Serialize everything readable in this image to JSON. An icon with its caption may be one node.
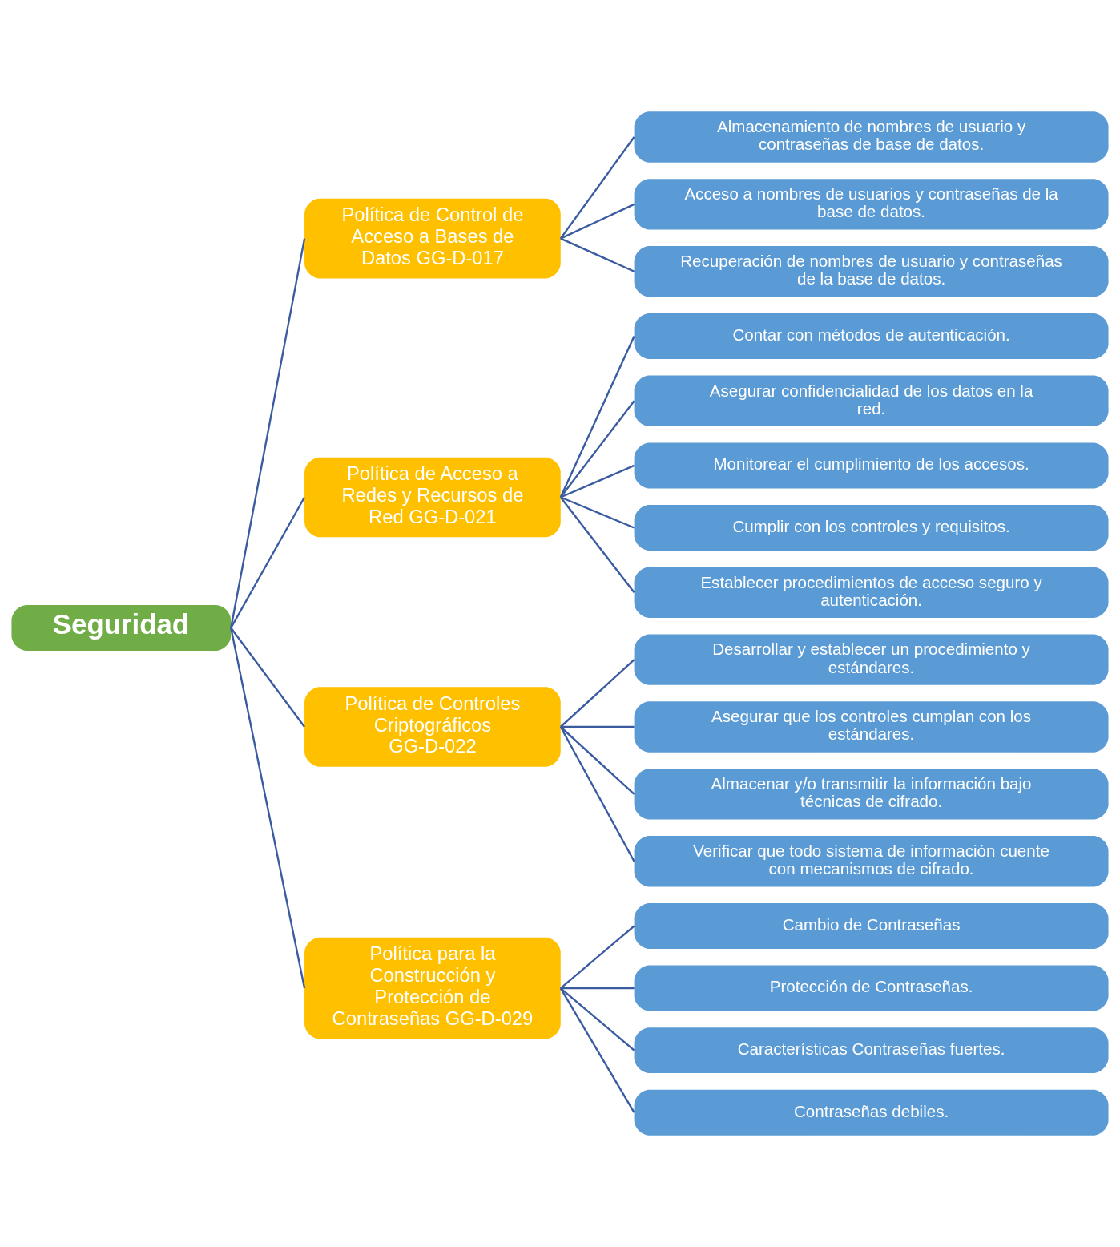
{
  "diagram": {
    "nodes": [
      {
        "text": [
          "Seguridad"
        ]
      },
      {
        "text": [
          "Política de Control de Acceso a Bases de Datos GG-D-017"
        ]
      },
      {
        "text": [
          "Almacenamiento de nombres de usuario y contraseñas de base de datos."
        ]
      },
      {
        "text": [
          "Acceso a nombres de usuarios y contraseñas de la base de datos."
        ]
      },
      {
        "text": [
          "Recuperación de nombres de usuario y contraseñas de la base de datos."
        ]
      },
      {
        "text": [
          "Política de Acceso a Redes y Recursos de Red GG-D-021"
        ]
      },
      {
        "text": [
          "Contar con métodos de autenticación."
        ]
      },
      {
        "text": [
          "Asegurar confidencialidad de los datos en la red."
        ]
      },
      {
        "text": [
          "Monitorear el cumplimiento de los accesos."
        ]
      },
      {
        "text": [
          "Cumplir con los controles y requisitos."
        ]
      },
      {
        "text": [
          "Establecer procedimientos de acceso seguro y autenticación."
        ]
      },
      {
        "text": [
          "Política de Controles Criptográficos GG-D-022"
        ]
      },
      {
        "text": [
          "Desarrollar y establecer un procedimiento y estándares."
        ]
      },
      {
        "text": [
          "Asegurar que los controles cumplan con los estándares."
        ]
      },
      {
        "text": [
          "Almacenar y/o transmitir la información bajo técnicas de cifrado."
        ]
      },
      {
        "text": [
          "Verificar que todo sistema de información cuente con mecanismos de cifrado."
        ]
      },
      {
        "text": [
          "Política para la Construcción y Protección de Contraseñas GG-D-029"
        ]
      },
      {
        "text": [
          "Cambio de Contraseñas"
        ]
      },
      {
        "text": [
          "Protección de Contraseñas."
        ]
      },
      {
        "text": [
          "Características Contraseñas fuertes."
        ]
      },
      {
        "text": [
          "Contraseñas debiles."
        ]
      }
    ],
    "edges": [
      {
        "from": 0,
        "to": 1,
        "arrow": "none"
      },
      {
        "from": 0,
        "to": 5,
        "arrow": "none"
      },
      {
        "from": 0,
        "to": 11,
        "arrow": "none"
      },
      {
        "from": 0,
        "to": 16,
        "arrow": "none"
      },
      {
        "from": 1,
        "to": 2,
        "arrow": "none"
      },
      {
        "from": 1,
        "to": 3,
        "arrow": "none"
      },
      {
        "from": 1,
        "to": 4,
        "arrow": "none"
      },
      {
        "from": 5,
        "to": 6,
        "arrow": "none"
      },
      {
        "from": 5,
        "to": 7,
        "arrow": "none"
      },
      {
        "from": 5,
        "to": 8,
        "arrow": "none"
      },
      {
        "from": 5,
        "to": 9,
        "arrow": "none"
      },
      {
        "from": 5,
        "to": 10,
        "arrow": "none"
      },
      {
        "from": 11,
        "to": 12,
        "arrow": "none"
      },
      {
        "from": 11,
        "to": 13,
        "arrow": "none"
      },
      {
        "from": 11,
        "to": 14,
        "arrow": "none"
      },
      {
        "from": 11,
        "to": 15,
        "arrow": "none"
      },
      {
        "from": 16,
        "to": 17,
        "arrow": "none"
      },
      {
        "from": 16,
        "to": 18,
        "arrow": "none"
      },
      {
        "from": 16,
        "to": 19,
        "arrow": "none"
      },
      {
        "from": 16,
        "to": 20,
        "arrow": "none"
      }
    ]
  }
}
